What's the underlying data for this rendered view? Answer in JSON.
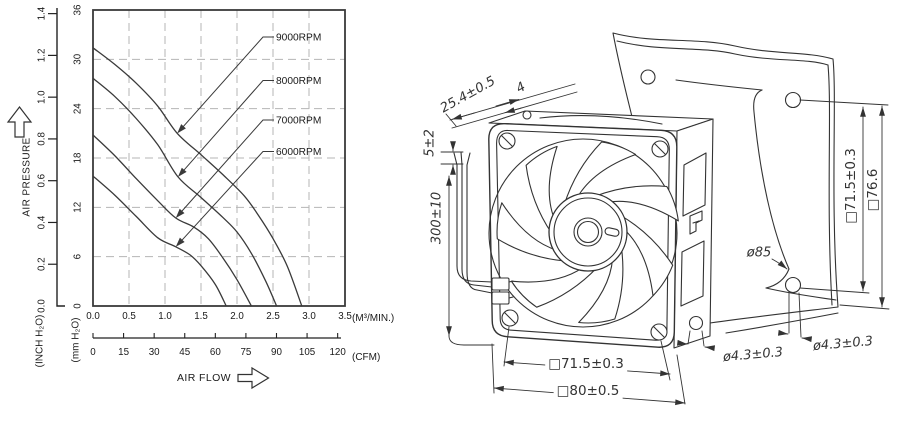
{
  "chart": {
    "air_pressure_label": "AIR PRESSURE",
    "air_flow_label": "AIR FLOW",
    "inch_unit": "(INCH H₂O)",
    "mm_unit": "(mm H₂O)",
    "m3_unit": "(M³/MIN.)",
    "cfm_unit": "(CFM)",
    "inch_ticks": [
      "0.0",
      "0.2",
      "0.4",
      "0.6",
      "0.8",
      "1.0",
      "1.2",
      "1.4"
    ],
    "mm_ticks": [
      "0",
      "6",
      "12",
      "18",
      "24",
      "30",
      "36"
    ],
    "m3_ticks": [
      "0.0",
      "0.5",
      "1.0",
      "1.5",
      "2.0",
      "2.5",
      "3.0",
      "3.5"
    ],
    "cfm_ticks": [
      "0",
      "15",
      "30",
      "45",
      "60",
      "75",
      "90",
      "105",
      "120"
    ]
  },
  "chart_data": {
    "type": "line",
    "title": "",
    "xlabel": "AIR FLOW",
    "ylabel": "AIR PRESSURE",
    "x_units": [
      "M³/MIN.",
      "CFM"
    ],
    "y_units": [
      "INCH H₂O",
      "mm H₂O"
    ],
    "xlim": [
      0,
      3.5
    ],
    "ylim_mm": [
      0,
      36
    ],
    "ylim_inch": [
      0,
      1.4
    ],
    "cfm_range": [
      0,
      120
    ],
    "grid": true,
    "legend_position": "inline-right",
    "series": [
      {
        "name": "9000RPM",
        "arrow_at": [
          1.17,
          21.0
        ],
        "points": [
          [
            0,
            31.4
          ],
          [
            0.3,
            29.4
          ],
          [
            0.6,
            27.1
          ],
          [
            0.9,
            24.3
          ],
          [
            1.17,
            21.0
          ],
          [
            1.5,
            18.4
          ],
          [
            1.8,
            16.0
          ],
          [
            2.1,
            13.4
          ],
          [
            2.3,
            11.0
          ],
          [
            2.5,
            8.2
          ],
          [
            2.7,
            4.8
          ],
          [
            2.9,
            0
          ]
        ]
      },
      {
        "name": "8000RPM",
        "arrow_at": [
          1.18,
          15.7
        ],
        "points": [
          [
            0,
            27.7
          ],
          [
            0.3,
            25.5
          ],
          [
            0.6,
            22.8
          ],
          [
            0.9,
            19.6
          ],
          [
            1.18,
            15.7
          ],
          [
            1.5,
            13.2
          ],
          [
            1.8,
            10.8
          ],
          [
            2.0,
            9.0
          ],
          [
            2.2,
            6.4
          ],
          [
            2.4,
            3.0
          ],
          [
            2.55,
            0
          ]
        ]
      },
      {
        "name": "7000RPM",
        "arrow_at": [
          1.15,
          10.7
        ],
        "points": [
          [
            0,
            20.8
          ],
          [
            0.3,
            18.3
          ],
          [
            0.6,
            15.5
          ],
          [
            0.9,
            12.8
          ],
          [
            1.15,
            10.7
          ],
          [
            1.4,
            9.6
          ],
          [
            1.6,
            8.2
          ],
          [
            1.8,
            5.9
          ],
          [
            2.0,
            3.2
          ],
          [
            2.2,
            0
          ]
        ]
      },
      {
        "name": "6000RPM",
        "arrow_at": [
          1.15,
          7.2
        ],
        "points": [
          [
            0,
            15.8
          ],
          [
            0.3,
            13.5
          ],
          [
            0.6,
            10.9
          ],
          [
            0.9,
            8.3
          ],
          [
            1.15,
            7.2
          ],
          [
            1.35,
            6.2
          ],
          [
            1.5,
            4.9
          ],
          [
            1.7,
            2.6
          ],
          [
            1.85,
            0
          ]
        ]
      }
    ]
  },
  "drawing": {
    "dim_depth": "25.4±0.5",
    "dim_flange": "4",
    "dim_lead_strip": "5±2",
    "dim_wire_length": "300±10",
    "dim_plate_hole_pitch": "□71.5±0.3",
    "dim_plate_size": "□76.6",
    "dim_opening_dia": "ø85",
    "dim_fan_hole_dia": "ø4.3±0.3",
    "dim_plate_hole_dia": "ø4.3±0.3",
    "dim_hole_pitch": "□71.5±0.3",
    "dim_frame_size": "□80±0.5"
  }
}
